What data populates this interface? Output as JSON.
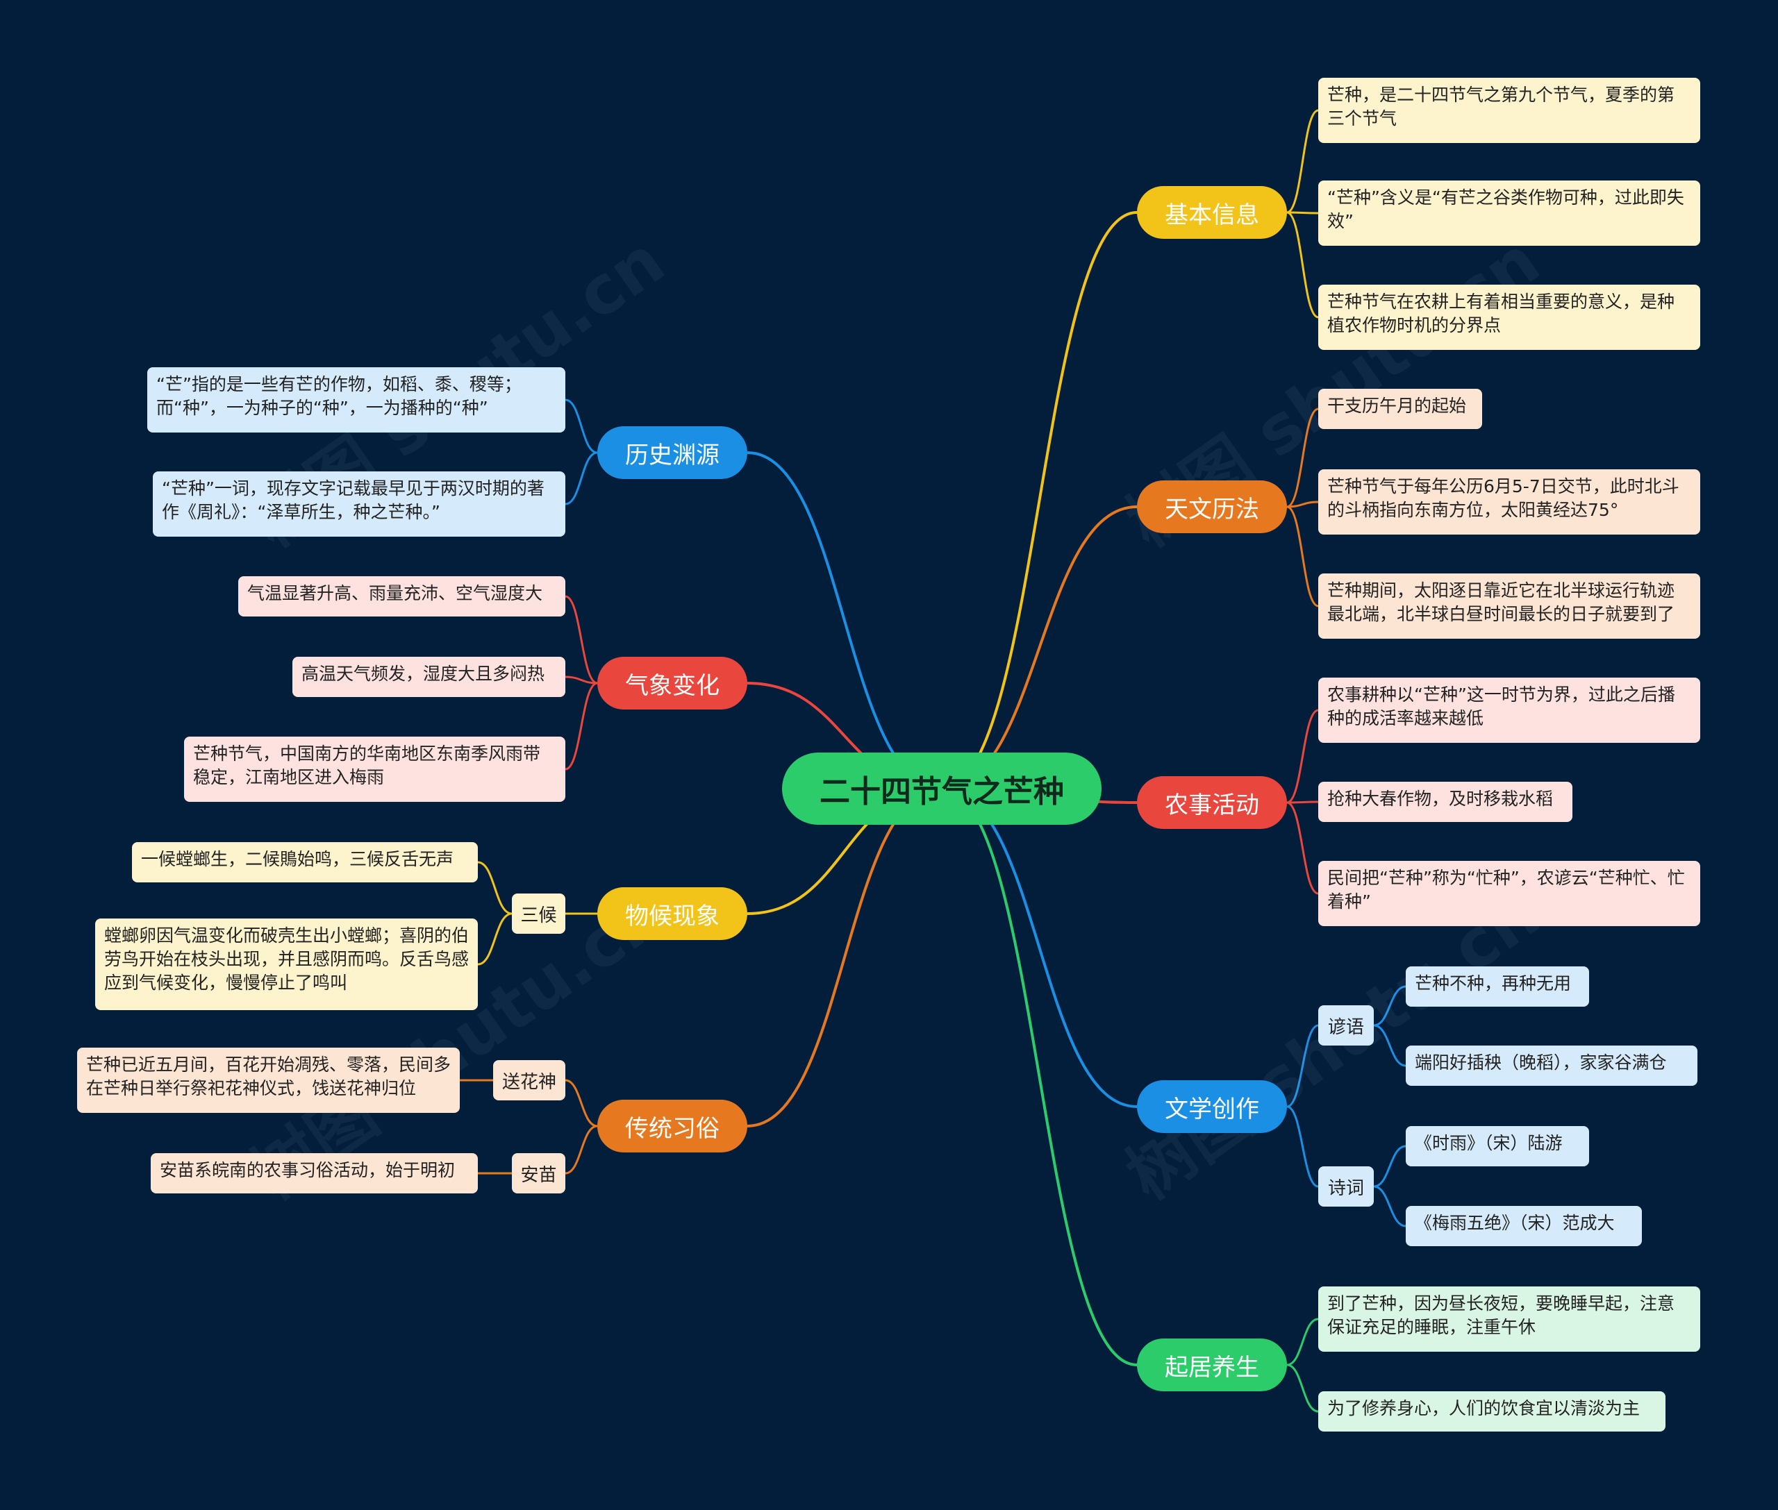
{
  "central": "二十四节气之芒种",
  "watermark": "树图 shutu.cn",
  "colors": {
    "background": "#021e3b",
    "yellow": "#f2c318",
    "orange": "#e6791f",
    "red": "#e9463d",
    "blue": "#1a8fe3",
    "green": "#2ccc6b",
    "leaf_yellow": "#fdf3cc",
    "leaf_orange": "#fde5d3",
    "leaf_red": "#fde2df",
    "leaf_blue": "#d5ebfb",
    "leaf_green": "#d9f6e4"
  },
  "right": [
    {
      "label": "基本信息",
      "color": "yellow",
      "leaves": [
        "芒种，是二十四节气之第九个节气，夏季的第三个节气",
        "“芒种”含义是“有芒之谷类作物可种，过此即失效”",
        "芒种节气在农耕上有着相当重要的意义，是种植农作物时机的分界点"
      ]
    },
    {
      "label": "天文历法",
      "color": "orange",
      "leaves": [
        "干支历午月的起始",
        "芒种节气于每年公历6月5-7日交节，此时北斗的斗柄指向东南方位，太阳黄经达75°",
        "芒种期间，太阳逐日靠近它在北半球运行轨迹最北端，北半球白昼时间最长的日子就要到了"
      ]
    },
    {
      "label": "农事活动",
      "color": "red",
      "leaves": [
        "农事耕种以“芒种”这一时节为界，过此之后播种的成活率越来越低",
        "抢种大春作物，及时移栽水稻",
        "民间把“芒种”称为“忙种”，农谚云“芒种忙、忙着种”"
      ]
    },
    {
      "label": "文学创作",
      "color": "blue",
      "groups": [
        {
          "label": "谚语",
          "leaves": [
            "芒种不种，再种无用",
            "端阳好插秧（晚稻），家家谷满仓"
          ]
        },
        {
          "label": "诗词",
          "leaves": [
            "《时雨》（宋）陆游",
            "《梅雨五绝》（宋）范成大"
          ]
        }
      ]
    },
    {
      "label": "起居养生",
      "color": "green",
      "leaves": [
        "到了芒种，因为昼长夜短，要晚睡早起，注意保证充足的睡眠，注重午休",
        "为了修养身心，人们的饮食宜以清淡为主"
      ]
    }
  ],
  "left": [
    {
      "label": "历史渊源",
      "color": "blue",
      "leaves": [
        "“芒”指的是一些有芒的作物，如稻、黍、稷等；而“种”，一为种子的“种”，一为播种的“种”",
        "“芒种”一词，现存文字记载最早见于两汉时期的著作《周礼》：“泽草所生，种之芒种。”"
      ]
    },
    {
      "label": "气象变化",
      "color": "red",
      "leaves": [
        "气温显著升高、雨量充沛、空气湿度大",
        "高温天气频发，湿度大且多闷热",
        "芒种节气，中国南方的华南地区东南季风雨带稳定，江南地区进入梅雨"
      ]
    },
    {
      "label": "物候现象",
      "color": "yellow",
      "groups": [
        {
          "label": "三候",
          "leaves": [
            "一候螳螂生，二候鵙始鸣，三候反舌无声",
            "螳螂卵因气温变化而破壳生出小螳螂；喜阴的伯劳鸟开始在枝头出现，并且感阴而鸣。反舌鸟感应到气候变化，慢慢停止了鸣叫"
          ]
        }
      ]
    },
    {
      "label": "传统习俗",
      "color": "orange",
      "groups": [
        {
          "label": "送花神",
          "leaves": [
            "芒种已近五月间，百花开始凋残、零落，民间多在芒种日举行祭祀花神仪式，饯送花神归位"
          ]
        },
        {
          "label": "安苗",
          "leaves": [
            "安苗系皖南的农事习俗活动，始于明初"
          ]
        }
      ]
    }
  ]
}
